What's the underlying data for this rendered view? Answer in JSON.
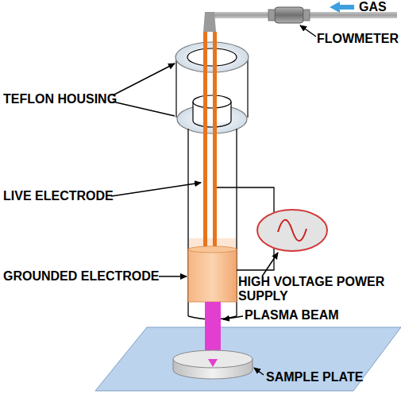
{
  "diagram": {
    "labels": [
      "GAS",
      "FLOWMETER",
      "TEFLON HOUSING",
      "LIVE ELECTRODE",
      "GROUNDED ELECTRODE",
      "HIGH VOLTAGE POWER SUPPLY",
      "PLASMA BEAM",
      "SAMPLE PLATE"
    ]
  }
}
